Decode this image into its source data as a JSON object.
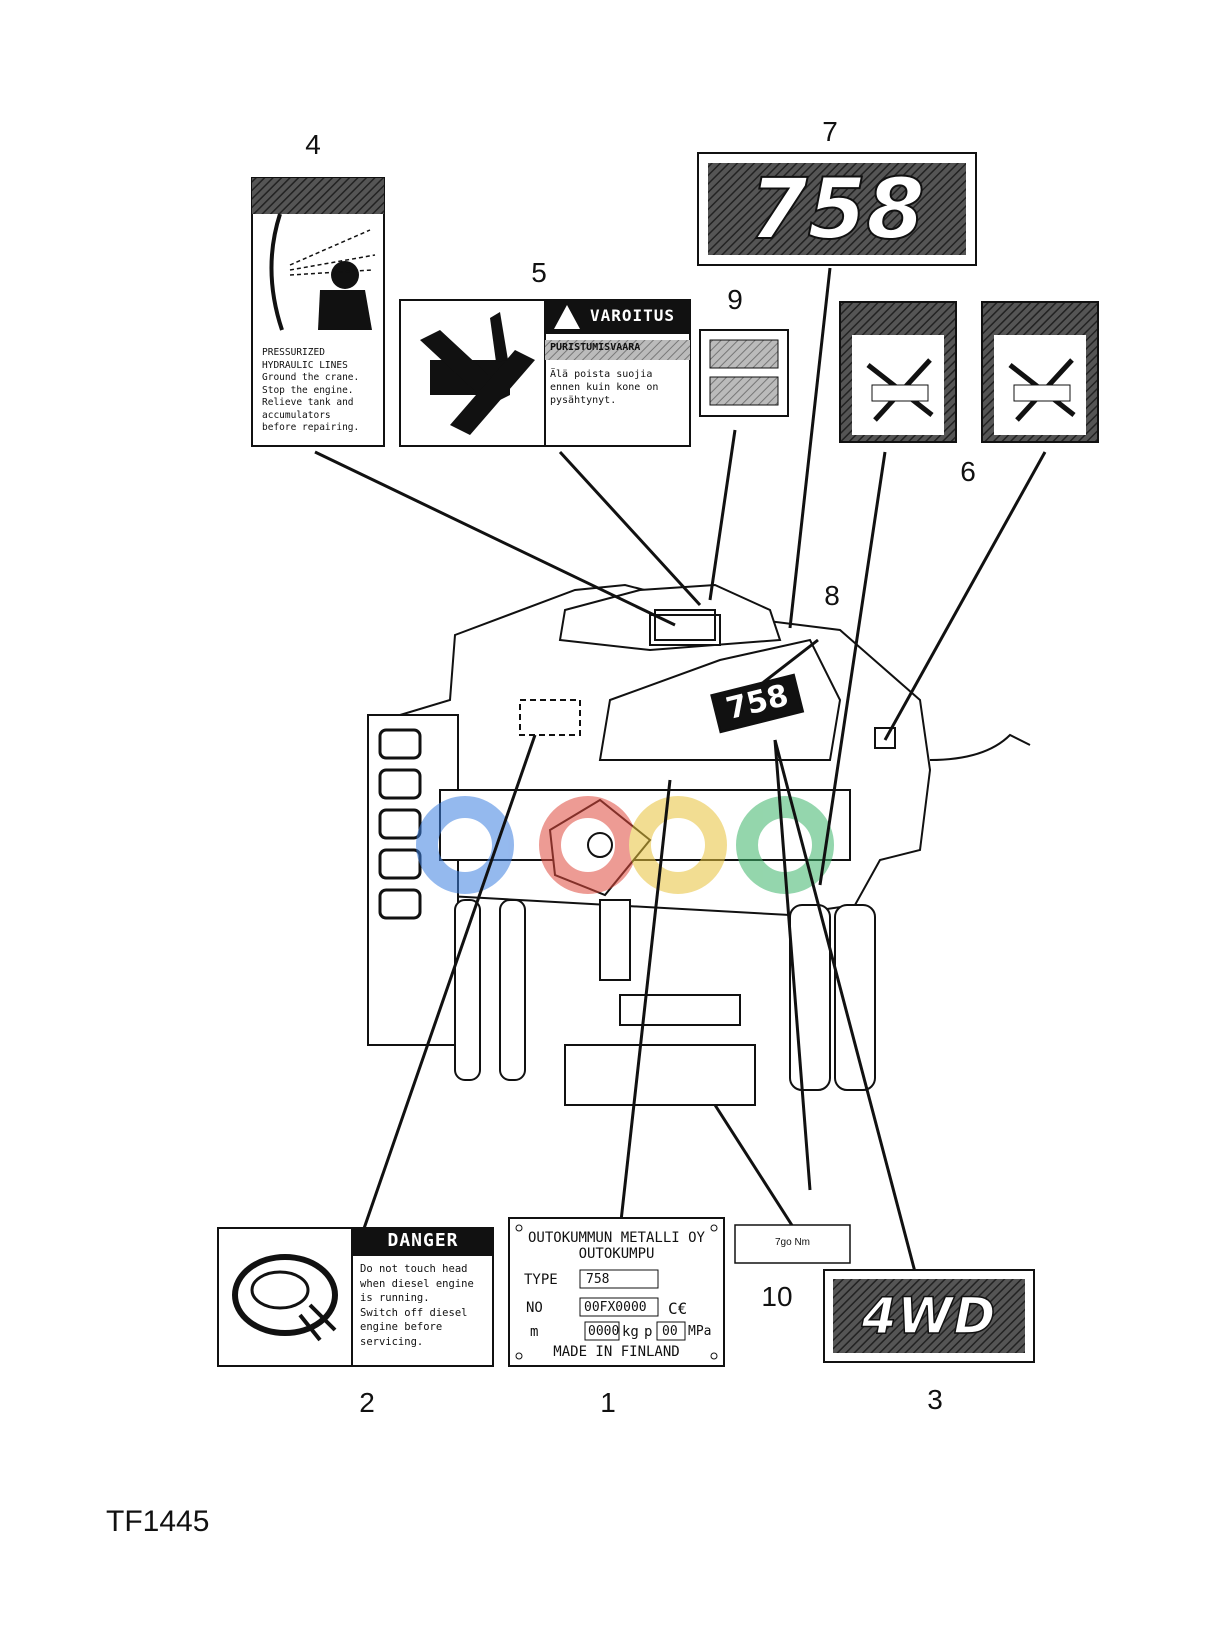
{
  "figure_id": "TF1445",
  "callouts": [
    "1",
    "2",
    "3",
    "4",
    "5",
    "6",
    "7",
    "8",
    "9",
    "10"
  ],
  "labels": {
    "hydraulic": {
      "line1": "PRESSURIZED",
      "line2": "HYDRAULIC LINES",
      "line3": "Ground the crane.",
      "line4": "Stop the engine.",
      "line5": "Relieve tank and",
      "line6": "accumulators",
      "line7": "before repairing."
    },
    "varoitus": {
      "header": "VAROITUS",
      "subheader": "PURISTUMISVAARA",
      "line1": "Älä poista suojia",
      "line2": "ennen kuin kone on",
      "line3": "pysähtynyt."
    },
    "model_badge": "758",
    "model_badge_small": "758",
    "danger": {
      "header": "DANGER",
      "line1": "Do not touch head",
      "line2": "when diesel engine",
      "line3": "is running.",
      "line4": "Switch off diesel",
      "line5": "engine before",
      "line6": "servicing."
    },
    "plate": {
      "company": "OUTOKUMMUN METALLI OY",
      "city": "OUTOKUMPU",
      "type_label": "TYPE",
      "type_value": "758",
      "ce": "C€",
      "no_label": "NO",
      "no_value": "00FX0000",
      "m_label": "m",
      "mass_value": "0000",
      "mass_unit": "kg",
      "p_label": "p",
      "pressure_value": "00",
      "pressure_unit": "MPa",
      "made_in": "MADE IN FINLAND"
    },
    "torque": "7go Nm",
    "drive": "4WD"
  }
}
